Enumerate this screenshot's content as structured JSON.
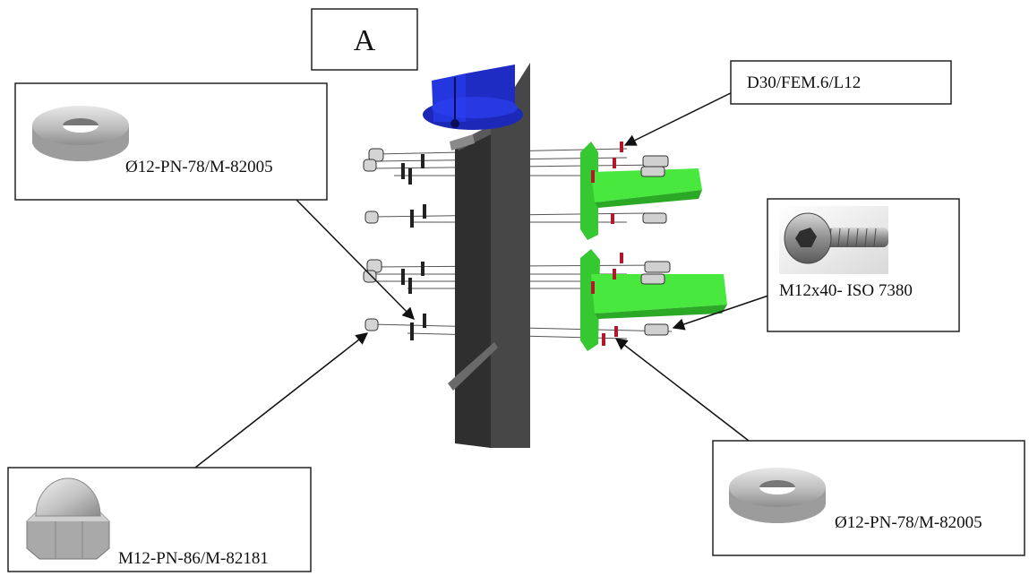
{
  "figure": {
    "view_label": "A",
    "callouts": {
      "washer_top_left": "Ø12-PN-78/M-82005",
      "washer_bottom_right": "Ø12-PN-78/M-82005",
      "cap_nut": "M12-PN-86/M-82181",
      "screw": "M12x40- ISO 7380",
      "spring_washer": "D30/FEM.6/L12"
    }
  },
  "colors": {
    "bracket_green": "#3fe03a",
    "cap_blue": "#1f2fd6",
    "post_dark": "#3b3b3b",
    "lock_washer_red": "#b3182a",
    "part_grey": "#c4c4c4"
  }
}
